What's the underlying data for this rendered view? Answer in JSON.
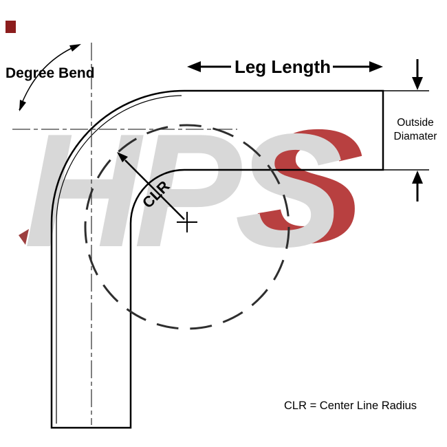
{
  "labels": {
    "degree_bend": "Degree Bend",
    "leg_length": "Leg Length",
    "outside_diameter_line1": "Outside",
    "outside_diameter_line2": "Diamater",
    "clr": "CLR",
    "clr_note": "CLR = Center Line Radius"
  },
  "watermark": {
    "text": "HPS",
    "letter_s": "S"
  },
  "colors": {
    "line": "#000000",
    "centerline": "#3a3a3a",
    "dashed_circle": "#2e2e2e",
    "watermark_gray": "#d8d8d8",
    "watermark_red": "#b84040",
    "corner_mark_red": "#8c1d1d",
    "background": "#ffffff"
  }
}
